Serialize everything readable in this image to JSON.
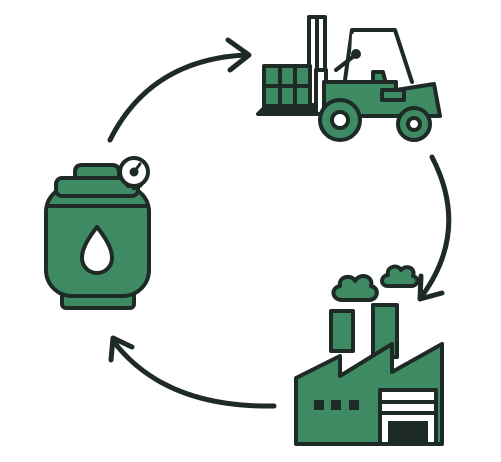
{
  "diagram": {
    "kind": "cycle",
    "nodes": [
      {
        "id": "forklift",
        "icon": "forklift-icon"
      },
      {
        "id": "factory",
        "icon": "factory-icon"
      },
      {
        "id": "gas-tank",
        "icon": "gas-tank-icon"
      }
    ],
    "edges": [
      {
        "from": "gas-tank",
        "to": "forklift"
      },
      {
        "from": "forklift",
        "to": "factory"
      },
      {
        "from": "factory",
        "to": "gas-tank"
      }
    ]
  },
  "colors": {
    "green": "#3e8a63",
    "outline": "#1e2a25",
    "background": "#ffffff",
    "white": "#ffffff"
  }
}
